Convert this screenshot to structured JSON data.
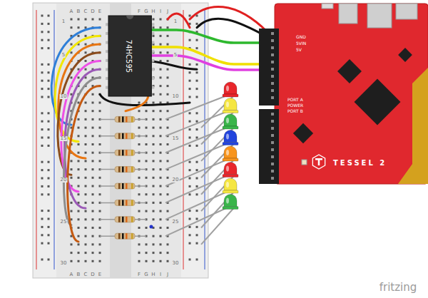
{
  "diagram": {
    "nodes": [
      {
        "text": [
          "74HC595"
        ]
      },
      {
        "text": [
          "GND",
          "5VIN",
          "5V",
          "PORT A",
          "POWER",
          "PORT B",
          "TESSEL 2"
        ]
      }
    ],
    "edges": [
      {
        "from": 0,
        "to": 1,
        "arrow": "none"
      },
      {
        "from": 0,
        "to": 1,
        "arrow": "none"
      },
      {
        "from": 0,
        "to": 1,
        "arrow": "none"
      }
    ],
    "labels": [
      "A",
      "B",
      "C",
      "D",
      "E",
      "F",
      "G",
      "H",
      "I",
      "J",
      "A",
      "B",
      "C",
      "D",
      "E",
      "F",
      "G",
      "H",
      "I",
      "J",
      "1",
      "5",
      "10",
      "15",
      "20",
      "25",
      "30",
      "1",
      "5",
      "10",
      "15",
      "20",
      "25",
      "30",
      "fritzing"
    ]
  }
}
